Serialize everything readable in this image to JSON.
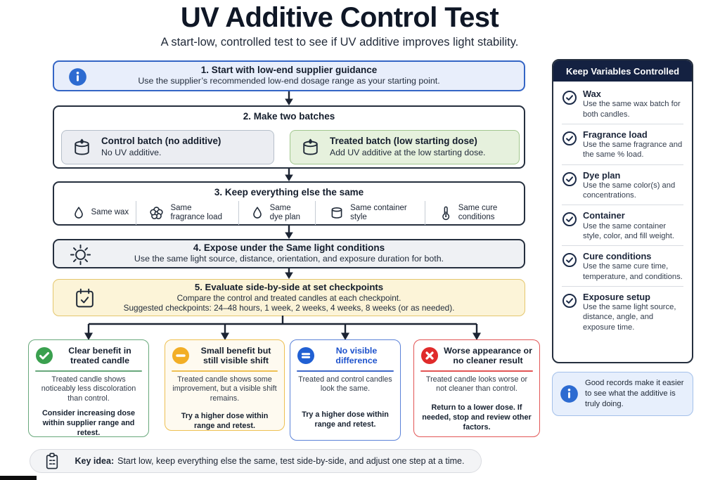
{
  "page": {
    "title": "UV Additive Control Test",
    "subtitle": "A start-low, controlled test to see if UV additive improves light stability."
  },
  "steps": [
    {
      "heading": "1. Start with low-end supplier guidance",
      "description": "Use the supplier’s recommended low-end dosage range as your starting point."
    },
    {
      "heading": "2. Make two batches",
      "batches": [
        {
          "title": "Control batch (no additive)",
          "description": "No UV additive."
        },
        {
          "title": "Treated batch (low starting dose)",
          "description": "Add UV additive at the low starting dose."
        }
      ]
    },
    {
      "heading": "3. Keep everything else the same",
      "items": [
        {
          "icon": "droplet-icon",
          "label": "Same wax"
        },
        {
          "icon": "flower-icon",
          "label": "Same fragrance load"
        },
        {
          "icon": "droplet-icon",
          "label": "Same dye plan"
        },
        {
          "icon": "container-icon",
          "label": "Same container style"
        },
        {
          "icon": "thermometer-icon",
          "label": "Same cure conditions"
        }
      ]
    },
    {
      "heading": "4. Expose under the Same light conditions",
      "description": "Use the same light source, distance, orientation, and exposure duration for both."
    },
    {
      "heading": "5. Evaluate side-by-side at set checkpoints",
      "description": "Compare the control and treated candles at each checkpoint.",
      "note": "Suggested checkpoints: 24–48 hours, 1 week, 2 weeks, 4 weeks, 8 weeks (or as needed)."
    }
  ],
  "outcomes": [
    {
      "icon": "check-circle-icon",
      "title": "Clear benefit in treated candle",
      "body": "Treated candle shows noticeably less discoloration than control.",
      "action": "Consider increasing dose within supplier range and retest."
    },
    {
      "icon": "minus-circle-icon",
      "title": "Small benefit but still visible shift",
      "body": "Treated candle shows some improvement, but a visible shift remains.",
      "action": "Try a higher dose within range and retest."
    },
    {
      "icon": "equals-circle-icon",
      "title": "No visible difference",
      "body": "Treated and control candles look the same.",
      "action": "Try a higher dose within range and retest."
    },
    {
      "icon": "x-circle-icon",
      "title": "Worse appearance or no cleaner result",
      "body": "Treated candle looks worse or not cleaner than control.",
      "action": "Return to a lower dose. If needed, stop and review other factors."
    }
  ],
  "sidebar": {
    "title": "Keep Variables Controlled",
    "items": [
      {
        "title": "Wax",
        "description": "Use the same wax batch for both candles."
      },
      {
        "title": "Fragrance load",
        "description": "Use the same fragrance and the same % load."
      },
      {
        "title": "Dye plan",
        "description": "Use the same color(s) and concentrations."
      },
      {
        "title": "Container",
        "description": "Use the same container style, color, and fill weight."
      },
      {
        "title": "Cure conditions",
        "description": "Use the same cure time, temperature, and conditions."
      },
      {
        "title": "Exposure setup",
        "description": "Use the same light source, distance, angle, and exposure time."
      }
    ]
  },
  "tip": {
    "text": "Good records make it easier to see what the additive is truly doing."
  },
  "footer": {
    "label": "Key idea:",
    "text": "Start low, keep everything else the same, test side-by-side, and adjust one step at a time."
  },
  "colors": {
    "accent_blue": "#2d6bd1",
    "navy_header": "#142141",
    "success_green": "#3aa04f",
    "warning_yellow": "#f2ae26",
    "info_blue": "#2160d3",
    "danger_red": "#e02b2b",
    "step1_bg": "#e8eefb",
    "step5_bg": "#fcf4d8",
    "treated_bg": "#e6f1dd",
    "control_bg": "#ebedf2"
  }
}
